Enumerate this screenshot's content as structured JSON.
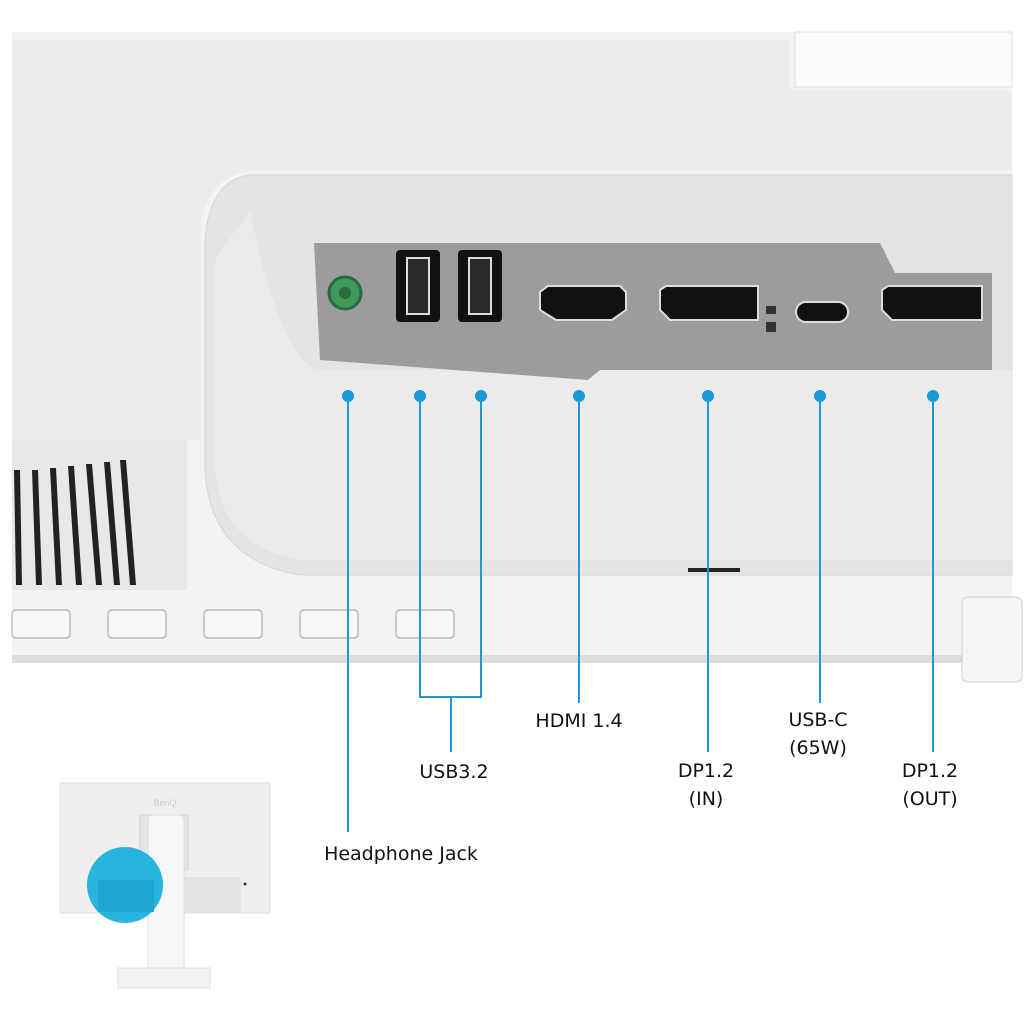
{
  "colors": {
    "callout": "#1a9bd7",
    "jack": "#3f9a5a",
    "panel": "#9a9a9a",
    "body": "#f1f1f1",
    "highlight": "#29b4e0"
  },
  "inset": {
    "logo": "BenQ"
  },
  "callouts": [
    {
      "id": "headphone",
      "icon": "headphone-jack-icon",
      "lines": [
        "Headphone Jack"
      ]
    },
    {
      "id": "usb",
      "icon": "usb-a-icon",
      "lines": [
        "USB3.2"
      ]
    },
    {
      "id": "hdmi",
      "icon": "hdmi-port-icon",
      "lines": [
        "HDMI 1.4"
      ]
    },
    {
      "id": "dp-in",
      "icon": "displayport-icon",
      "lines": [
        "DP1.2",
        "(IN)"
      ]
    },
    {
      "id": "usbc",
      "icon": "usb-c-icon",
      "lines": [
        "USB-C",
        "(65W)"
      ]
    },
    {
      "id": "dp-out",
      "icon": "displayport-icon",
      "lines": [
        "DP1.2",
        "(OUT)"
      ]
    }
  ]
}
